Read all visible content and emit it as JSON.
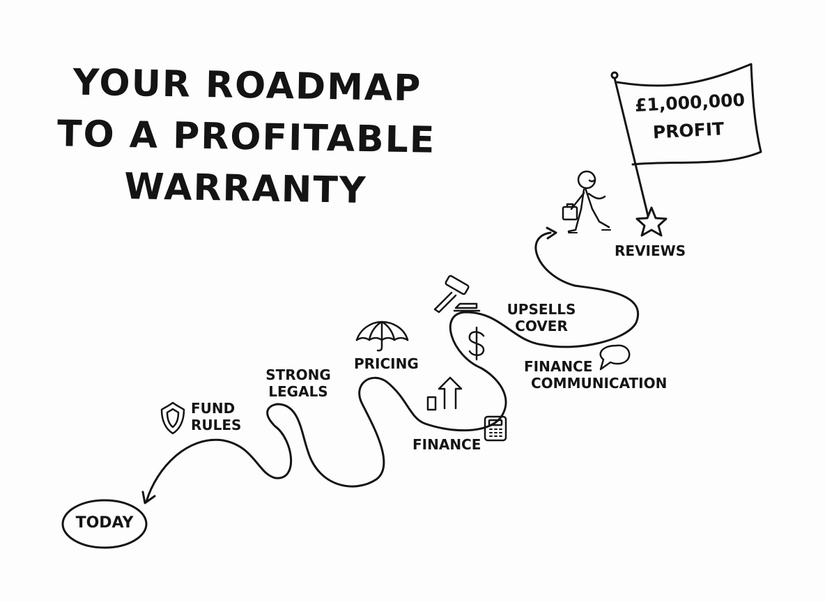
{
  "title": {
    "lines": [
      "YOUR ROADMAP",
      "TO A PROFITABLE",
      "WARRANTY"
    ]
  },
  "flag": {
    "amount": "£1,000,000",
    "word": "PROFIT"
  },
  "start": "TODAY",
  "milestones": [
    {
      "id": "fund-rules",
      "lines": [
        "FUND",
        "RULES"
      ],
      "icon": "shield-icon"
    },
    {
      "id": "strong-legals",
      "lines": [
        "STRONG",
        "LEGALS"
      ],
      "icon": ""
    },
    {
      "id": "pricing",
      "lines": [
        "PRICING"
      ],
      "icon": "umbrella-icon"
    },
    {
      "id": "finance",
      "lines": [
        "FINANCE"
      ],
      "icon": "calculator-icon"
    },
    {
      "id": "upsells-cover",
      "lines": [
        "UPSELLS",
        "COVER"
      ],
      "icon": "dollar-icon"
    },
    {
      "id": "finance-communication",
      "lines": [
        "FINANCE",
        "COMMUNICATION"
      ],
      "icon": "speech-bubble-icon"
    },
    {
      "id": "reviews",
      "lines": [
        "REVIEWS"
      ],
      "icon": "star-icon"
    }
  ],
  "colors": {
    "ink": "#141414",
    "paper": "#fdfdfd"
  }
}
